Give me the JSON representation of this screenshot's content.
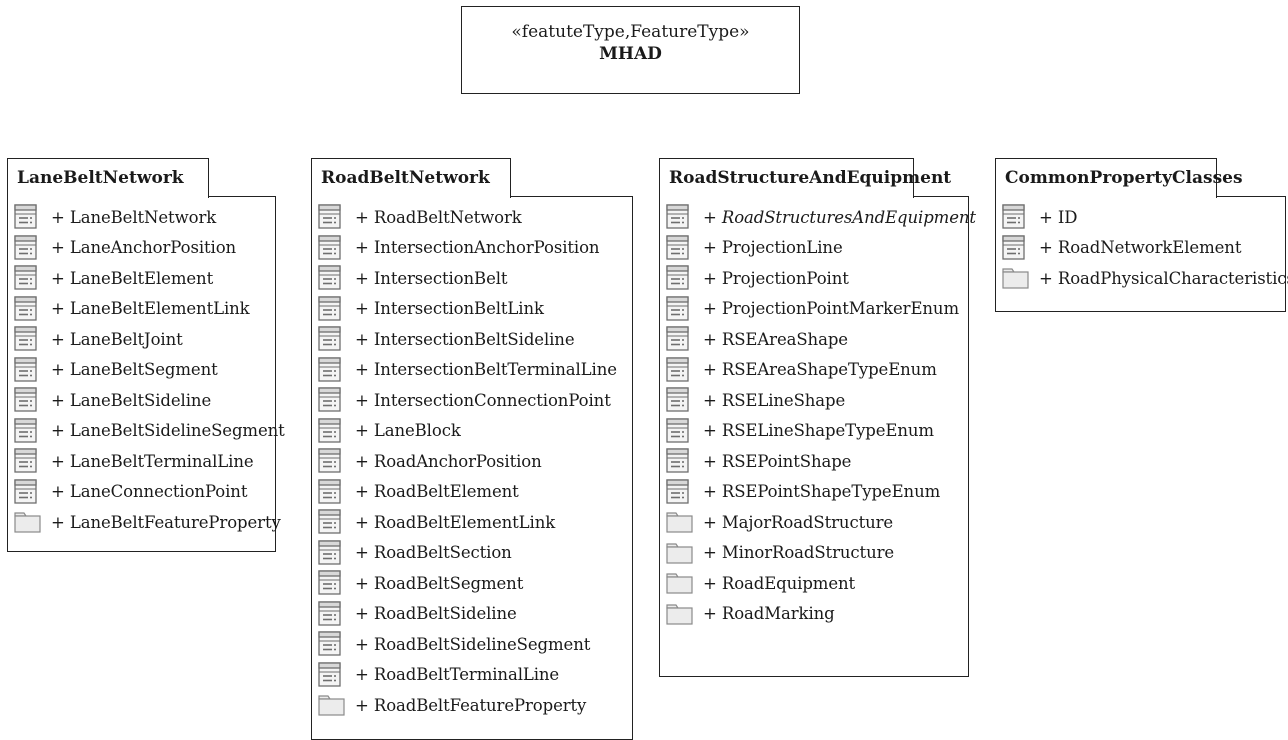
{
  "header": {
    "stereotype": "«featuteType,FeatureType»",
    "name": "MHAD"
  },
  "packages": [
    {
      "name": "LaneBeltNetwork",
      "items": [
        {
          "label": "+ LaneBeltNetwork",
          "icon": "class-icon"
        },
        {
          "label": "+ LaneAnchorPosition",
          "icon": "class-icon"
        },
        {
          "label": "+ LaneBeltElement",
          "icon": "class-icon"
        },
        {
          "label": "+ LaneBeltElementLink",
          "icon": "class-icon"
        },
        {
          "label": "+ LaneBeltJoint",
          "icon": "class-icon"
        },
        {
          "label": "+ LaneBeltSegment",
          "icon": "class-icon"
        },
        {
          "label": "+ LaneBeltSideline",
          "icon": "class-icon"
        },
        {
          "label": "+ LaneBeltSidelineSegment",
          "icon": "class-icon"
        },
        {
          "label": "+ LaneBeltTerminalLine",
          "icon": "class-icon"
        },
        {
          "label": "+ LaneConnectionPoint",
          "icon": "class-icon"
        },
        {
          "label": "+ LaneBeltFeatureProperty",
          "icon": "folder-icon"
        }
      ]
    },
    {
      "name": "RoadBeltNetwork",
      "items": [
        {
          "label": "+ RoadBeltNetwork",
          "icon": "class-icon"
        },
        {
          "label": "+ IntersectionAnchorPosition",
          "icon": "class-icon"
        },
        {
          "label": "+ IntersectionBelt",
          "icon": "class-icon"
        },
        {
          "label": "+ IntersectionBeltLink",
          "icon": "class-icon"
        },
        {
          "label": "+ IntersectionBeltSideline",
          "icon": "class-icon"
        },
        {
          "label": "+ IntersectionBeltTerminalLine",
          "icon": "class-icon"
        },
        {
          "label": "+ IntersectionConnectionPoint",
          "icon": "class-icon"
        },
        {
          "label": "+ LaneBlock",
          "icon": "class-icon"
        },
        {
          "label": "+ RoadAnchorPosition",
          "icon": "class-icon"
        },
        {
          "label": "+ RoadBeltElement",
          "icon": "class-icon"
        },
        {
          "label": "+ RoadBeltElementLink",
          "icon": "class-icon"
        },
        {
          "label": "+ RoadBeltSection",
          "icon": "class-icon"
        },
        {
          "label": "+ RoadBeltSegment",
          "icon": "class-icon"
        },
        {
          "label": "+ RoadBeltSideline",
          "icon": "class-icon"
        },
        {
          "label": "+ RoadBeltSidelineSegment",
          "icon": "class-icon"
        },
        {
          "label": "+ RoadBeltTerminalLine",
          "icon": "class-icon"
        },
        {
          "label": "+ RoadBeltFeatureProperty",
          "icon": "folder-icon"
        }
      ]
    },
    {
      "name": "RoadStructureAndEquipment",
      "items": [
        {
          "label": "+ RoadStructuresAndEquipment",
          "icon": "class-icon",
          "italic": true
        },
        {
          "label": "+ ProjectionLine",
          "icon": "class-icon"
        },
        {
          "label": "+ ProjectionPoint",
          "icon": "class-icon"
        },
        {
          "label": "+ ProjectionPointMarkerEnum",
          "icon": "class-icon"
        },
        {
          "label": "+ RSEAreaShape",
          "icon": "class-icon"
        },
        {
          "label": "+ RSEAreaShapeTypeEnum",
          "icon": "class-icon"
        },
        {
          "label": "+ RSELineShape",
          "icon": "class-icon"
        },
        {
          "label": "+ RSELineShapeTypeEnum",
          "icon": "class-icon"
        },
        {
          "label": "+ RSEPointShape",
          "icon": "class-icon"
        },
        {
          "label": "+ RSEPointShapeTypeEnum",
          "icon": "class-icon"
        },
        {
          "label": "+ MajorRoadStructure",
          "icon": "folder-icon"
        },
        {
          "label": "+ MinorRoadStructure",
          "icon": "folder-icon"
        },
        {
          "label": "+ RoadEquipment",
          "icon": "folder-icon"
        },
        {
          "label": "+ RoadMarking",
          "icon": "folder-icon"
        }
      ]
    },
    {
      "name": "CommonPropertyClasses",
      "items": [
        {
          "label": "+ ID",
          "icon": "class-icon"
        },
        {
          "label": "+ RoadNetworkElement",
          "icon": "class-icon"
        },
        {
          "label": "+ RoadPhysicalCharacteristics",
          "icon": "folder-icon"
        }
      ]
    }
  ]
}
